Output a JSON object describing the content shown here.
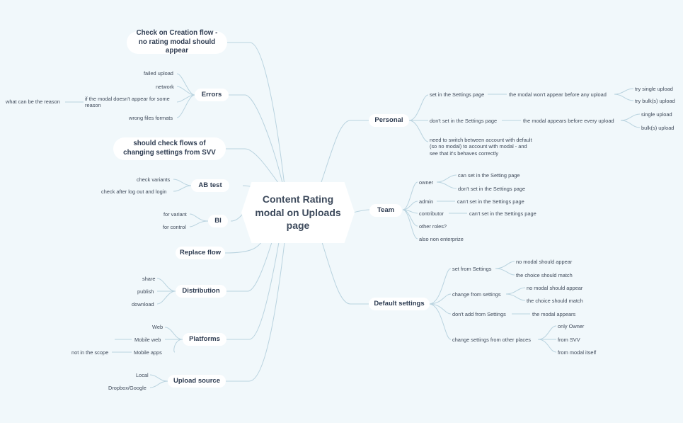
{
  "root": {
    "title": "Content Rating modal on Uploads page"
  },
  "colors": {
    "background": "#f1f8fb",
    "line": "#b9d3df",
    "node_fill": "#ffffff",
    "text": "#3f4a5a"
  },
  "left": {
    "creation": "Check on Creation flow - no rating modal should appear",
    "errors": {
      "label": "Errors",
      "items": [
        "failed upload",
        "network",
        "if the modal doesn't appear for some reason",
        "wrong files formats"
      ],
      "reason": "what can be the reason"
    },
    "settings_flow": "should check flows of changing settings from SVV",
    "ab_test": {
      "label": "AB test",
      "items": [
        "check variants",
        "check after log out and login"
      ]
    },
    "bi": {
      "label": "BI",
      "items": [
        "for variant",
        "for control"
      ]
    },
    "replace": "Replace flow",
    "distribution": {
      "label": "Distribution",
      "items": [
        "share",
        "publish",
        "download"
      ]
    },
    "platforms": {
      "label": "Platforms",
      "items": [
        "Web",
        "Mobile web",
        "Mobile apps"
      ],
      "scope": "not in the scope"
    },
    "upload_source": {
      "label": "Upload source",
      "items": [
        "Local",
        "Dropbox/Google"
      ]
    }
  },
  "right": {
    "personal": {
      "label": "Personal",
      "set": "set in the Settings page",
      "set_result": "the modal won't appear before any upload",
      "set_items": [
        "try single upload",
        "try bulk(s) upload"
      ],
      "notset": "don't set in the Settings page",
      "notset_result": "the modal appears  before every upload",
      "notset_items": [
        "single upload",
        "bulk(s) upload"
      ],
      "switch": "need to switch between account with default (so no modal) to account with modal - and see that it's behaves correctly"
    },
    "team": {
      "label": "Team",
      "owner": "owner",
      "owner_items": [
        "can set in the Setting page",
        "don't set in the Settings page"
      ],
      "admin": "admin",
      "admin_item": "can't set in the Settings page",
      "contributor": "contributor",
      "contributor_item": "can't set in the Settings page",
      "other": "other roles?",
      "non_enterprise": "also non enterprize"
    },
    "defaults": {
      "label": "Default settings",
      "set_from": "set from Settings",
      "set_from_items": [
        "no modal should appear",
        "the choice should match"
      ],
      "change_from": "change from settings",
      "change_from_items": [
        "no modal should appear",
        "the choice should match"
      ],
      "dont_add": "don't add from Settings",
      "dont_add_result": "the modal appears",
      "change_other": "change settings from other places",
      "change_other_items": [
        "only Owner",
        "from SVV",
        "from modal itself"
      ]
    }
  }
}
